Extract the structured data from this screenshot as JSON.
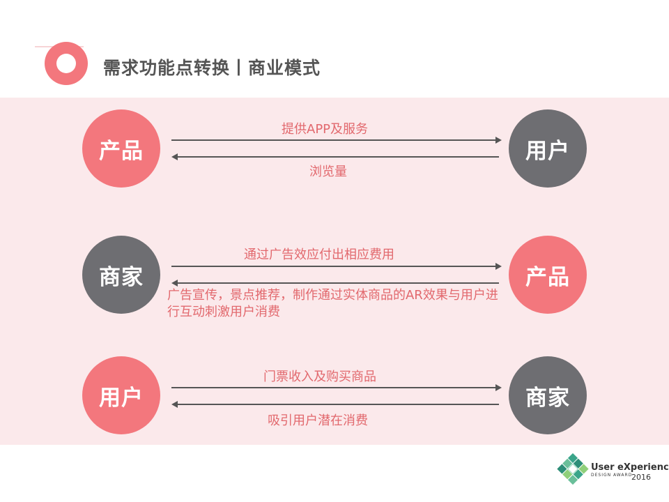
{
  "title": "需求功能点转换丨商业模式",
  "rows": [
    {
      "left": "产品",
      "right": "用户",
      "top_label": "提供APP及服务",
      "bottom_label": "浏览量"
    },
    {
      "left": "商家",
      "right": "产品",
      "top_label": "通过广告效应付出相应费用",
      "bottom_label": "广告宣传，景点推荐，制作通过实体商品的AR效果与用户进行互动刺激用户消费"
    },
    {
      "left": "用户",
      "right": "商家",
      "top_label": "门票收入及购买商品",
      "bottom_label": "吸引用户潜在消费"
    }
  ],
  "logo": {
    "name": "User eXperience",
    "sub": "DESIGN AWARD",
    "year": "2016"
  },
  "colors": {
    "accent": "#f3777d",
    "node_gray": "#6e6e72",
    "label": "#e2686d",
    "band": "#fbe9eb"
  }
}
